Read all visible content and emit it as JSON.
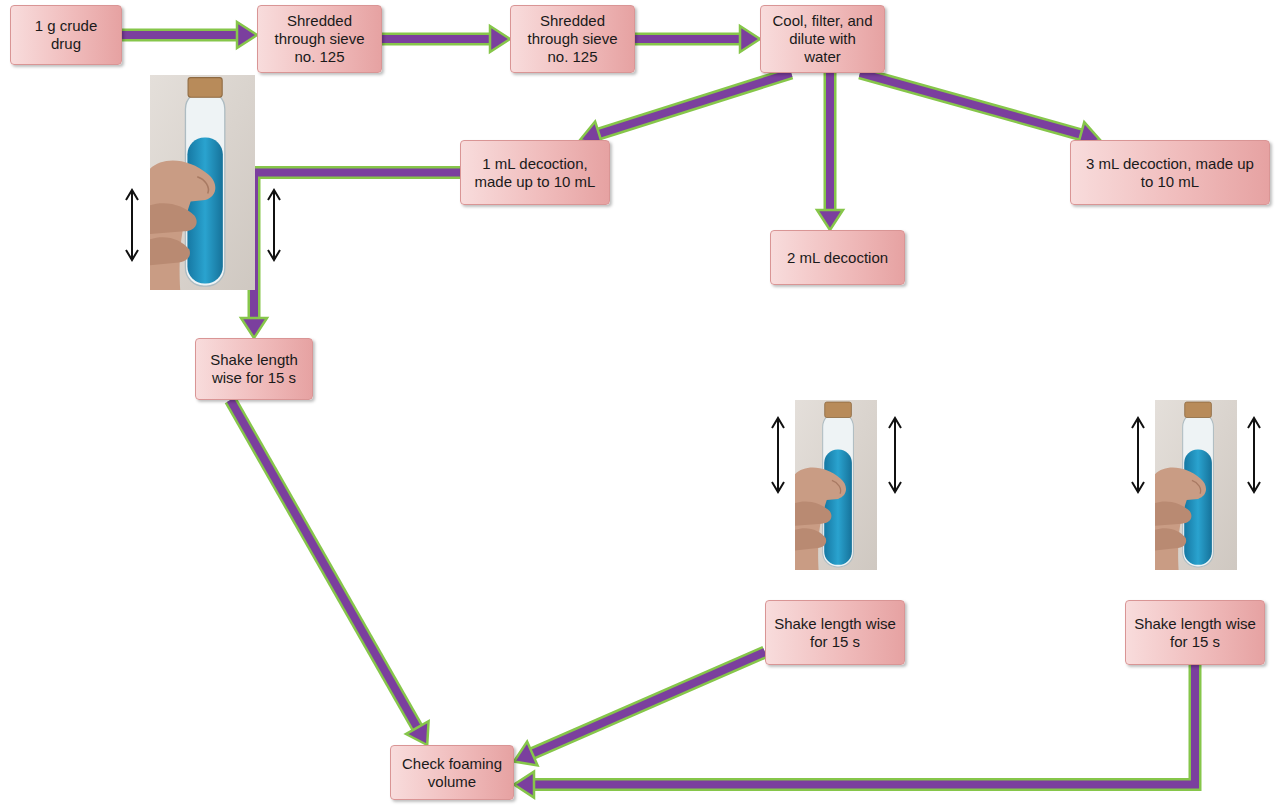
{
  "diagram": {
    "nodes": [
      {
        "text": [
          "1 g crude drug"
        ]
      },
      {
        "text": [
          "Shredded through sieve no. 125"
        ]
      },
      {
        "text": [
          "Shredded through sieve no. 125"
        ]
      },
      {
        "text": [
          "Cool, filter, and dilute with water"
        ]
      },
      {
        "text": [
          "1 mL decoction, made up to 10 mL"
        ]
      },
      {
        "text": [
          "2 mL decoction"
        ]
      },
      {
        "text": [
          "3 mL decoction, made up to 10 mL"
        ]
      },
      {
        "text": [
          "Shake length wise for 15 s"
        ]
      },
      {
        "text": [
          "Shake length wise for 15 s"
        ]
      },
      {
        "text": [
          "Shake length wise for 15 s"
        ]
      },
      {
        "text": [
          "Check foaming volume"
        ]
      }
    ],
    "edges": [
      {
        "from": 0,
        "to": 1,
        "arrow": "to"
      },
      {
        "from": 1,
        "to": 2,
        "arrow": "to"
      },
      {
        "from": 2,
        "to": 3,
        "arrow": "to"
      },
      {
        "from": 3,
        "to": 4,
        "arrow": "to"
      },
      {
        "from": 3,
        "to": 5,
        "arrow": "to"
      },
      {
        "from": 3,
        "to": 6,
        "arrow": "to"
      },
      {
        "from": 4,
        "to": 7,
        "arrow": "to"
      },
      {
        "from": 7,
        "to": 10,
        "arrow": "to"
      },
      {
        "from": 8,
        "to": 10,
        "arrow": "to"
      },
      {
        "from": 9,
        "to": 10,
        "arrow": "to"
      }
    ]
  }
}
